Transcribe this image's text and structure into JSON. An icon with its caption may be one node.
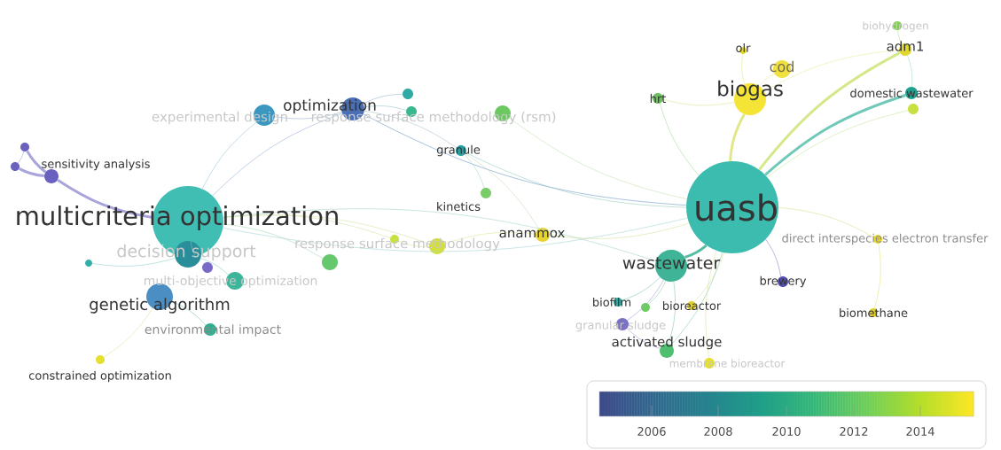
{
  "diagram": {
    "nodes": [
      {
        "text": [
          "experimental design"
        ]
      },
      {
        "text": [
          "optimization"
        ]
      },
      {
        "text": [],
        "shape": "circle"
      },
      {
        "text": [],
        "shape": "circle"
      },
      {
        "text": [
          "response surface methodology (rsm)"
        ]
      },
      {
        "text": [
          "granule"
        ]
      },
      {
        "text": [],
        "shape": "circle"
      },
      {
        "text": [],
        "shape": "circle"
      },
      {
        "text": [
          "sensitivity analysis"
        ]
      },
      {
        "text": [
          "kinetics"
        ]
      },
      {
        "text": [
          "multicriteria optimization"
        ]
      },
      {
        "text": [
          "uasb"
        ]
      },
      {
        "text": [],
        "shape": "circle"
      },
      {
        "text": [
          "anammox"
        ]
      },
      {
        "text": [
          "direct interspecies electron transfer"
        ]
      },
      {
        "text": [
          "response surface methodology"
        ]
      },
      {
        "text": [],
        "shape": "circle"
      },
      {
        "text": [
          "decision support"
        ]
      },
      {
        "text": [],
        "shape": "circle"
      },
      {
        "text": [
          "wastewater"
        ]
      },
      {
        "text": [
          "multi-objective optimization"
        ]
      },
      {
        "text": [
          "brewery"
        ]
      },
      {
        "text": [],
        "shape": "circle"
      },
      {
        "text": [
          "genetic algorithm"
        ]
      },
      {
        "text": [
          "biofilm"
        ]
      },
      {
        "text": [],
        "shape": "circle"
      },
      {
        "text": [
          "bioreactor"
        ]
      },
      {
        "text": [
          "biomethane"
        ]
      },
      {
        "text": [
          "granular sludge"
        ]
      },
      {
        "text": [
          "environmental impact"
        ]
      },
      {
        "text": [
          "activated sludge"
        ]
      },
      {
        "text": [
          "membrane bioreactor"
        ]
      },
      {
        "text": [
          "constrained optimization"
        ]
      },
      {
        "text": [
          "biohydrogen"
        ]
      },
      {
        "text": [
          "olr"
        ]
      },
      {
        "text": [
          "adm1"
        ]
      },
      {
        "text": [
          "cod"
        ]
      },
      {
        "text": [
          "hrt"
        ]
      },
      {
        "text": [
          "biogas"
        ]
      },
      {
        "text": [
          "domestic wastewater"
        ]
      },
      {
        "text": [],
        "shape": "circle"
      }
    ],
    "edges": [
      {
        "from": 11,
        "to": 38,
        "arrow": "none",
        "style": "thick",
        "color": "#e2e88a"
      },
      {
        "from": 11,
        "to": 37,
        "arrow": "none",
        "color": "#a8d8a0"
      },
      {
        "from": 11,
        "to": 35,
        "arrow": "none",
        "style": "thick",
        "color": "#d4e88a"
      },
      {
        "from": 11,
        "to": 39,
        "arrow": "none",
        "style": "thick",
        "color": "#70c8b8"
      },
      {
        "from": 11,
        "to": 40,
        "arrow": "none",
        "color": "#c8e8a0"
      },
      {
        "from": 11,
        "to": 19,
        "arrow": "none",
        "style": "thick",
        "color": "#58bca4"
      },
      {
        "from": 11,
        "to": 21,
        "arrow": "none",
        "color": "#8c88cc"
      },
      {
        "from": 11,
        "to": 14,
        "arrow": "none",
        "color": "#d8e090"
      },
      {
        "from": 14,
        "to": 27,
        "arrow": "none",
        "color": "#e4e680"
      },
      {
        "from": 11,
        "to": 13,
        "arrow": "none",
        "color": "#d8e0a0"
      },
      {
        "from": 11,
        "to": 1,
        "arrow": "none",
        "color": "#6f98c8"
      },
      {
        "from": 11,
        "to": 5,
        "arrow": "none",
        "color": "#98ccc4"
      },
      {
        "from": 11,
        "to": 10,
        "arrow": "none",
        "color": "#a8d4d4"
      },
      {
        "from": 11,
        "to": 4,
        "arrow": "none",
        "color": "#c4e2b4"
      },
      {
        "from": 11,
        "to": 30,
        "arrow": "none",
        "color": "#88ccaa"
      },
      {
        "from": 11,
        "to": 26,
        "arrow": "none",
        "color": "#d8e0a0"
      },
      {
        "from": 38,
        "to": 34,
        "arrow": "none",
        "color": "#e8e890"
      },
      {
        "from": 38,
        "to": 36,
        "arrow": "none",
        "color": "#ece890"
      },
      {
        "from": 38,
        "to": 37,
        "arrow": "none",
        "color": "#d8e898"
      },
      {
        "from": 38,
        "to": 35,
        "arrow": "none",
        "color": "#e8ec9c"
      },
      {
        "from": 35,
        "to": 33,
        "arrow": "none",
        "color": "#b8e0a0"
      },
      {
        "from": 35,
        "to": 39,
        "arrow": "none",
        "color": "#a8dcc0"
      },
      {
        "from": 19,
        "to": 24,
        "arrow": "none",
        "color": "#88c8c0"
      },
      {
        "from": 19,
        "to": 28,
        "arrow": "none",
        "color": "#a8a0d8"
      },
      {
        "from": 19,
        "to": 30,
        "arrow": "none",
        "color": "#88cca8"
      },
      {
        "from": 19,
        "to": 25,
        "arrow": "none",
        "color": "#98d4a0"
      },
      {
        "from": 30,
        "to": 28,
        "arrow": "none",
        "color": "#a8a0d8"
      },
      {
        "from": 31,
        "to": 11,
        "arrow": "none",
        "color": "#dce49c"
      },
      {
        "from": 10,
        "to": 8,
        "arrow": "none",
        "style": "thick",
        "color": "#a8a4dc"
      },
      {
        "from": 10,
        "to": 17,
        "arrow": "none",
        "color": "#78bcc0"
      },
      {
        "from": 17,
        "to": 20,
        "arrow": "none",
        "color": "#88ccc0"
      },
      {
        "from": 17,
        "to": 12,
        "arrow": "none",
        "color": "#98d0cc"
      },
      {
        "from": 10,
        "to": 1,
        "arrow": "none",
        "color": "#9ab4d8"
      },
      {
        "from": 10,
        "to": 0,
        "arrow": "none",
        "color": "#9cc4d8"
      },
      {
        "from": 10,
        "to": 15,
        "arrow": "none",
        "color": "#d4e4a4"
      },
      {
        "from": 10,
        "to": 16,
        "arrow": "none",
        "color": "#d0e4a8"
      },
      {
        "from": 10,
        "to": 18,
        "arrow": "none",
        "color": "#a8d8b0"
      },
      {
        "from": 8,
        "to": 6,
        "arrow": "none",
        "style": "thick",
        "color": "#a8a4dc"
      },
      {
        "from": 8,
        "to": 7,
        "arrow": "none",
        "style": "thick",
        "color": "#a8a4dc"
      },
      {
        "from": 6,
        "to": 7,
        "arrow": "none",
        "color": "#a8a4dc"
      },
      {
        "from": 23,
        "to": 32,
        "arrow": "none",
        "color": "#d8e4a0"
      },
      {
        "from": 23,
        "to": 29,
        "arrow": "none",
        "color": "#88c8c0"
      },
      {
        "from": 1,
        "to": 0,
        "arrow": "none",
        "color": "#98b4d4"
      },
      {
        "from": 1,
        "to": 2,
        "arrow": "none",
        "color": "#98bcd0"
      },
      {
        "from": 1,
        "to": 3,
        "arrow": "none",
        "color": "#98c4cc"
      },
      {
        "from": 1,
        "to": 5,
        "arrow": "none",
        "color": "#a8c4d4"
      },
      {
        "from": 5,
        "to": 9,
        "arrow": "none",
        "color": "#a8d4c4"
      },
      {
        "from": 5,
        "to": 13,
        "arrow": "none",
        "color": "#c8dcb8"
      },
      {
        "from": 15,
        "to": 13,
        "arrow": "none",
        "color": "#e0e498"
      },
      {
        "from": 15,
        "to": 16,
        "arrow": "none",
        "color": "#dce4a0"
      },
      {
        "from": 10,
        "to": 19,
        "arrow": "none",
        "color": "#a8d4c4"
      }
    ],
    "labels": [
      "2006",
      "2008",
      "2010",
      "2012",
      "2014"
    ]
  }
}
